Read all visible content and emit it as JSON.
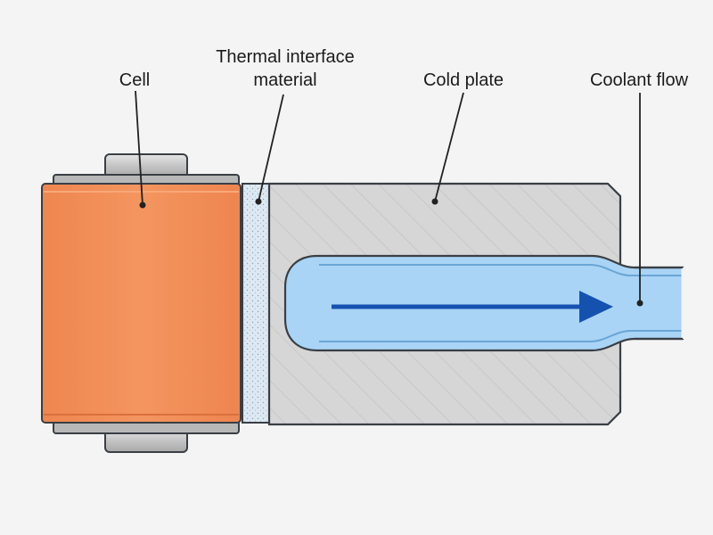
{
  "labels": {
    "cell": "Cell",
    "tim_line1": "Thermal interface",
    "tim_line2": "material",
    "cold_plate": "Cold plate",
    "coolant_flow": "Coolant flow"
  },
  "colors": {
    "background": "#f4f4f4",
    "cell_fill": "#f08a52",
    "cell_edge": "#d9703d",
    "terminal_fill": "#c9c9c9",
    "tim_fill": "#dde9f2",
    "plate_fill": "#d6d6d6",
    "plate_hatch": "#c3c3c3",
    "channel_fill": "#a9d4f5",
    "arrow": "#1552b0",
    "outline": "#3a3f45"
  },
  "icons": {
    "flow_arrow": "right-arrow-icon"
  }
}
